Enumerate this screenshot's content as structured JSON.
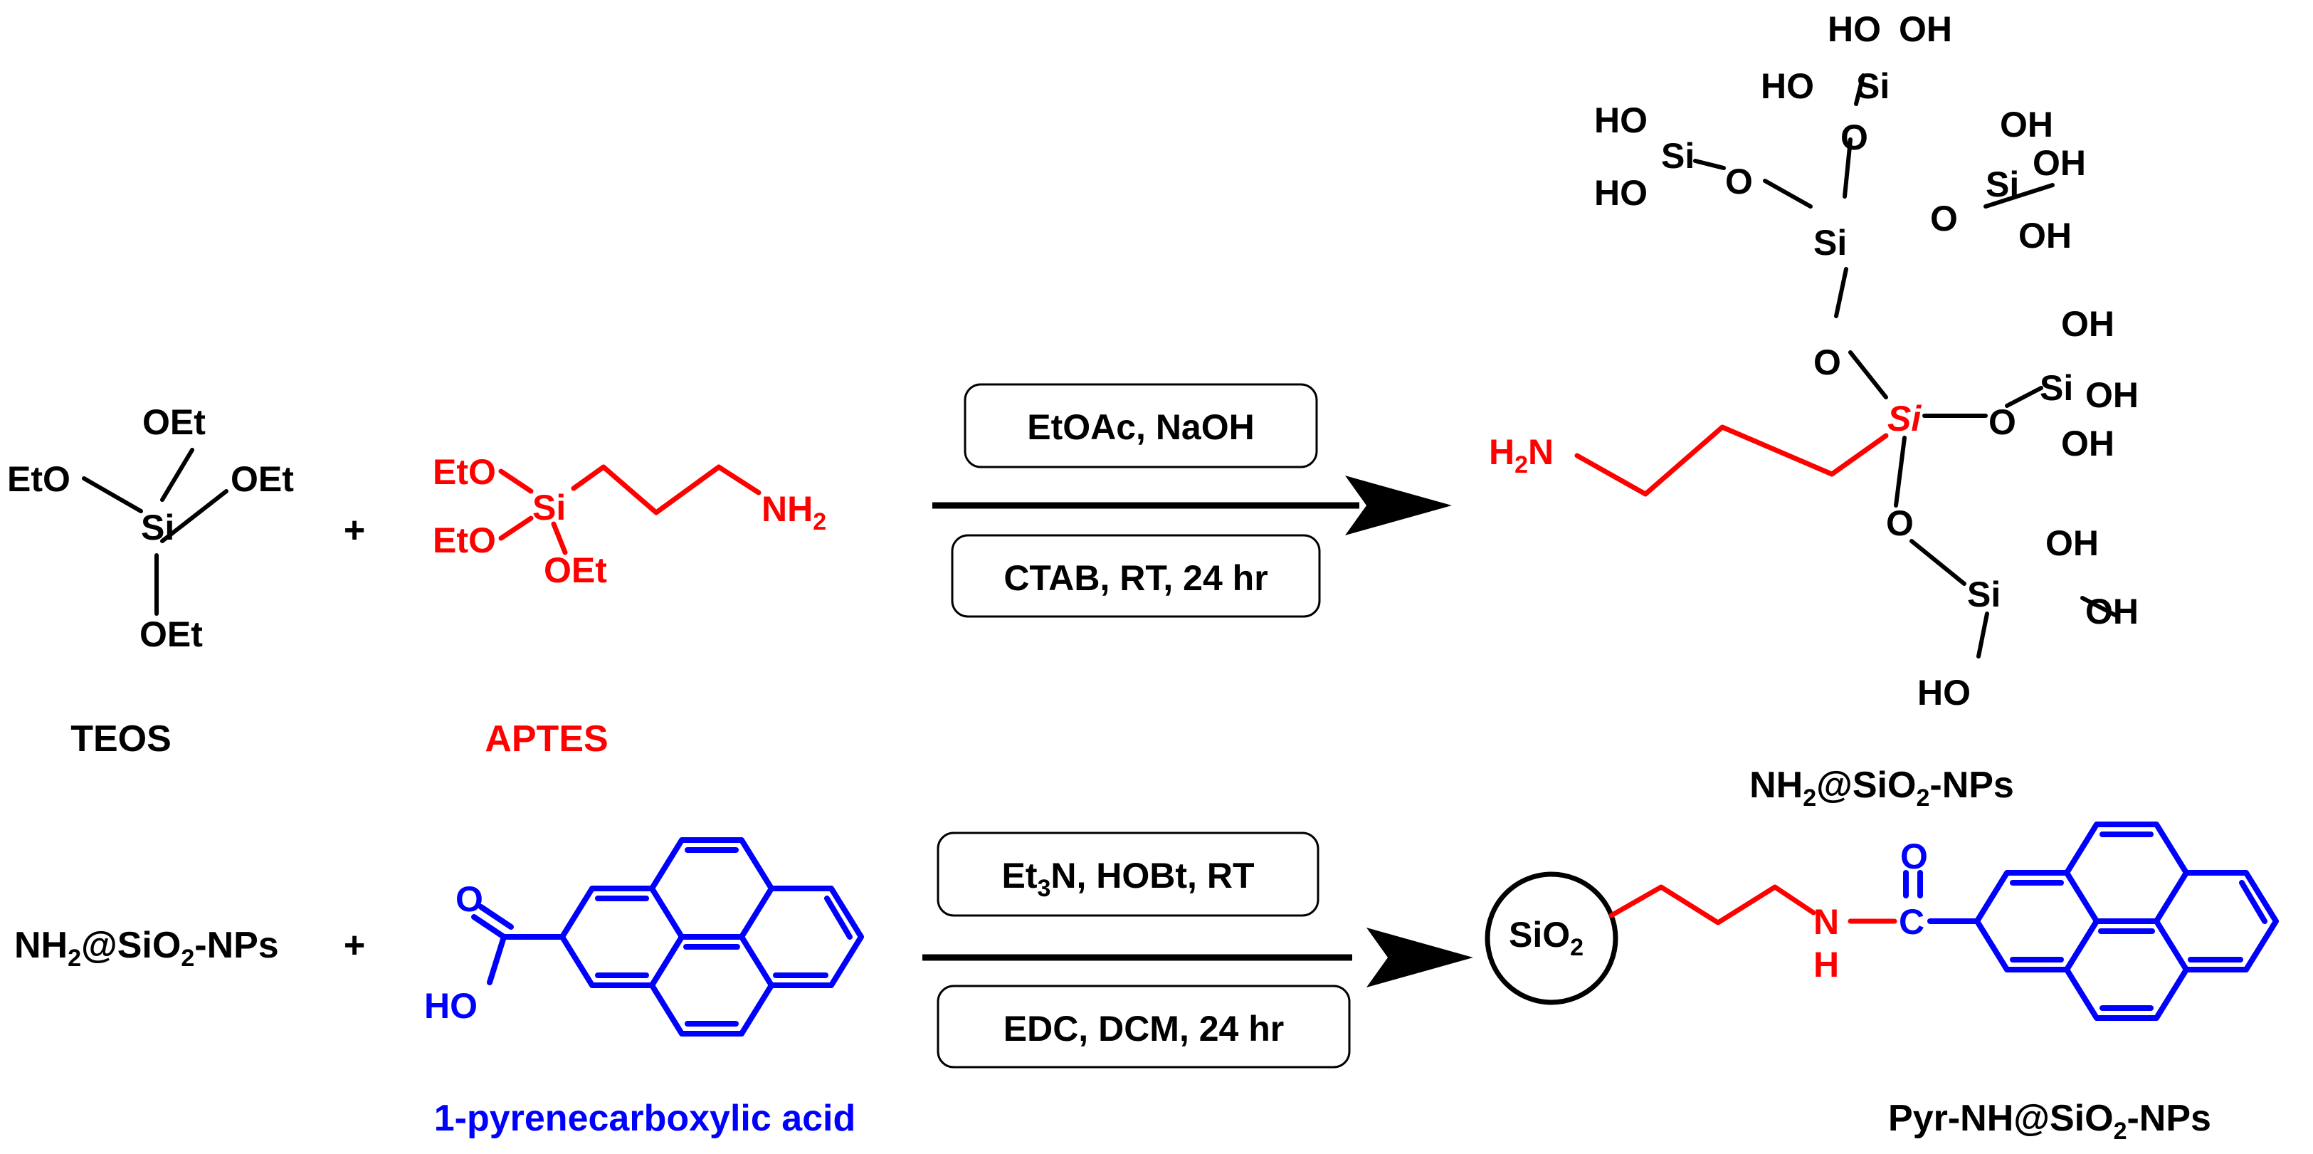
{
  "compounds": {
    "teos": "TEOS",
    "aptes": "APTES",
    "product1": {
      "a": "NH",
      "b": "2",
      "c": "@SiO",
      "d": "2",
      "e": "-NPs"
    },
    "reactant2": {
      "a": "NH",
      "b": "2",
      "c": "@SiO",
      "d": "2",
      "e": "-NPs"
    },
    "pyrene_acid": "1-pyrenecarboxylic acid",
    "product2": {
      "a": "Pyr-NH@SiO",
      "b": "2",
      "c": "-NPs"
    }
  },
  "operators": {
    "plus": "+"
  },
  "conditions": {
    "step1_top": "EtOAc, NaOH",
    "step1_bottom": "CTAB, RT, 24 hr",
    "step2_top": {
      "a": "Et",
      "b": "3",
      "c": "N, HOBt, RT"
    },
    "step2_bottom": "EDC, DCM, 24 hr"
  },
  "atoms": {
    "OEt": "OEt",
    "EtO": "EtO",
    "Si": "Si",
    "O": "O",
    "OH": "OH",
    "HO": "HO",
    "NH": "NH",
    "H": "H",
    "N": "N",
    "C": "C",
    "H2": "H",
    "sub2": "2",
    "SiO": "SiO"
  },
  "colors": {
    "black": "#000000",
    "aptes_red": "#ff0000",
    "pyrene_blue": "#0000ff"
  }
}
